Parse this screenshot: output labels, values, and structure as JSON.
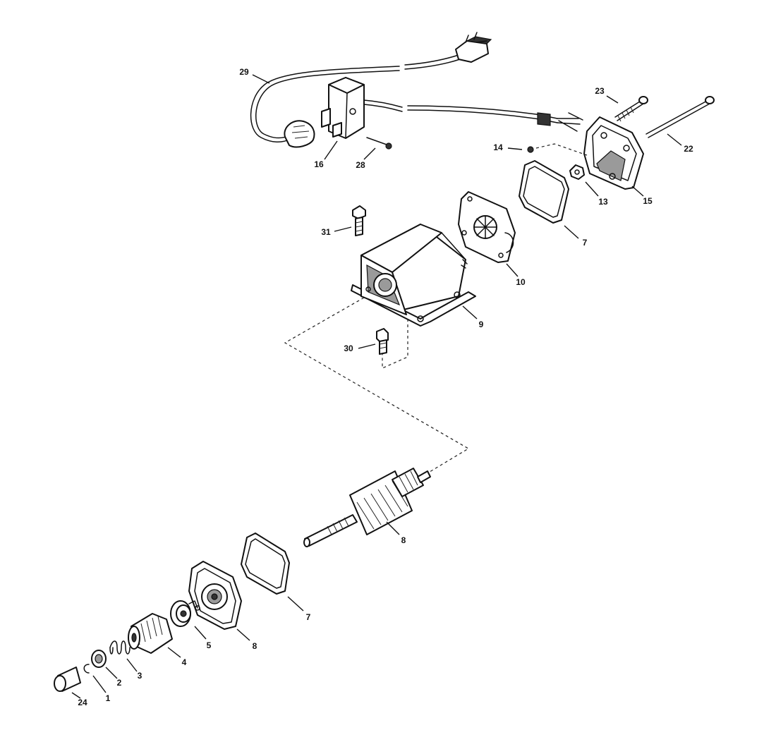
{
  "diagram": {
    "callouts": [
      {
        "id": "c29",
        "text": "29"
      },
      {
        "id": "c16",
        "text": "16"
      },
      {
        "id": "c28",
        "text": "28"
      },
      {
        "id": "c23",
        "text": "23"
      },
      {
        "id": "c22",
        "text": "22"
      },
      {
        "id": "c14",
        "text": "14"
      },
      {
        "id": "c13",
        "text": "13"
      },
      {
        "id": "c15",
        "text": "15"
      },
      {
        "id": "c7a",
        "text": "7"
      },
      {
        "id": "c31",
        "text": "31"
      },
      {
        "id": "c10",
        "text": "10"
      },
      {
        "id": "c9",
        "text": "9"
      },
      {
        "id": "c30",
        "text": "30"
      },
      {
        "id": "c8a",
        "text": "8"
      },
      {
        "id": "c7b",
        "text": "7"
      },
      {
        "id": "c8b",
        "text": "8"
      },
      {
        "id": "c5",
        "text": "5"
      },
      {
        "id": "c4",
        "text": "4"
      },
      {
        "id": "c3",
        "text": "3"
      },
      {
        "id": "c2",
        "text": "2"
      },
      {
        "id": "c1",
        "text": "1"
      },
      {
        "id": "c24",
        "text": "24"
      }
    ]
  }
}
